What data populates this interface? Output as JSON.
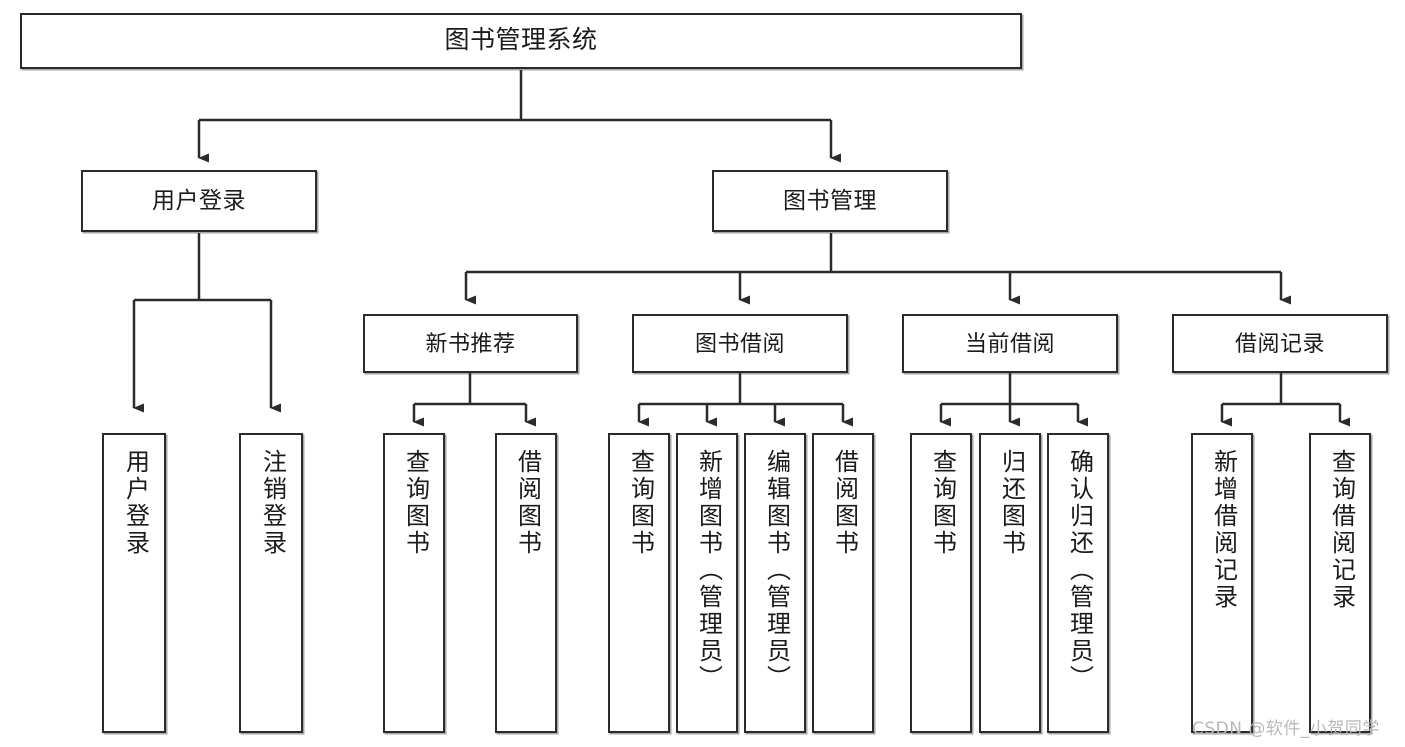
{
  "diagram": {
    "title": "图书管理系统",
    "type": "tree",
    "watermark": "CSDN @软件_小贺同学",
    "colors": {
      "box_border": "#2b2b2b",
      "box_fill": "#ffffff",
      "connector": "#2b2b2b",
      "text": "#1b1b1b",
      "watermark": "#b9b9b9"
    }
  },
  "nodes": {
    "root": {
      "label": "图书管理系统"
    },
    "level2": [
      {
        "id": "user-login",
        "label": "用户登录"
      },
      {
        "id": "book-manage",
        "label": "图书管理"
      }
    ],
    "level3": [
      {
        "id": "new-book-recommend",
        "label": "新书推荐"
      },
      {
        "id": "book-borrow",
        "label": "图书借阅"
      },
      {
        "id": "current-borrow",
        "label": "当前借阅"
      },
      {
        "id": "borrow-record",
        "label": "借阅记录"
      }
    ],
    "leaves": [
      {
        "id": "leaf-user-login",
        "label": "用户登录",
        "parent": "user-login"
      },
      {
        "id": "leaf-user-logout",
        "label": "注销登录",
        "parent": "user-login"
      },
      {
        "id": "leaf-query-book-1",
        "label": "查询图书",
        "parent": "new-book-recommend"
      },
      {
        "id": "leaf-borrow-book-1",
        "label": "借阅图书",
        "parent": "new-book-recommend"
      },
      {
        "id": "leaf-query-book-2",
        "label": "查询图书",
        "parent": "book-borrow"
      },
      {
        "id": "leaf-add-book",
        "label": "新增图书（管理员）",
        "parent": "book-borrow"
      },
      {
        "id": "leaf-edit-book",
        "label": "编辑图书（管理员）",
        "parent": "book-borrow"
      },
      {
        "id": "leaf-borrow-book-2",
        "label": "借阅图书",
        "parent": "book-borrow"
      },
      {
        "id": "leaf-query-book-3",
        "label": "查询图书",
        "parent": "current-borrow"
      },
      {
        "id": "leaf-return-book",
        "label": "归还图书",
        "parent": "current-borrow"
      },
      {
        "id": "leaf-confirm-return",
        "label": "确认归还（管理员）",
        "parent": "current-borrow"
      },
      {
        "id": "leaf-add-record",
        "label": "新增借阅记录",
        "parent": "borrow-record"
      },
      {
        "id": "leaf-query-record",
        "label": "查询借阅记录",
        "parent": "borrow-record"
      }
    ]
  }
}
